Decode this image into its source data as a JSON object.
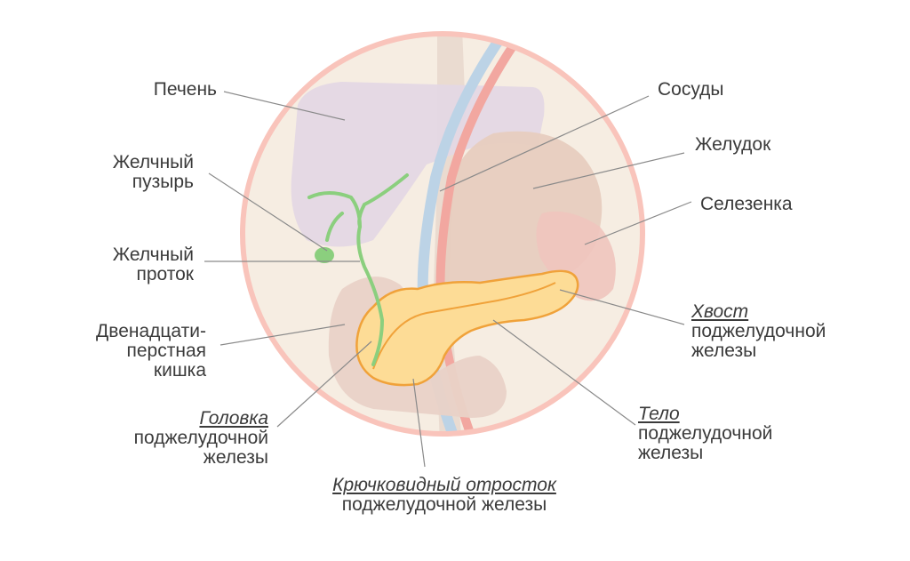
{
  "colors": {
    "circle_border": "#f9c4bb",
    "circle_fill": "#f6ede2",
    "liver": "#e4d8e4",
    "stomach": "#e7cdbf",
    "spleen": "#f0c4be",
    "duodenum": "#e9d2c7",
    "pancreas_fill": "#fddc96",
    "pancreas_stroke": "#f0a23a",
    "bile": "#8bcf7e",
    "artery": "#f2a7a0",
    "vein": "#bcd3e6",
    "leader_line": "#8a8a8a",
    "text": "#3b3b3b"
  },
  "labels": {
    "liver": "Печень",
    "vessels": "Сосуды",
    "gallbladder": [
      "Желчный",
      "пузырь"
    ],
    "stomach": "Желудок",
    "bile_duct": [
      "Желчный",
      "проток"
    ],
    "spleen": "Селезенка",
    "tail": {
      "title": "Хвост",
      "lines": [
        "поджелудочной",
        "железы"
      ]
    },
    "duodenum": [
      "Двенадцати-",
      "перстная",
      "кишка"
    ],
    "body": {
      "title": "Тело",
      "lines": [
        "поджелудочной",
        "железы"
      ]
    },
    "head": {
      "title": "Головка",
      "lines": [
        "поджелудочной",
        "железы"
      ]
    },
    "uncinate": {
      "title": "Крючковидный отросток",
      "lines": [
        "поджелудочной железы"
      ]
    }
  }
}
